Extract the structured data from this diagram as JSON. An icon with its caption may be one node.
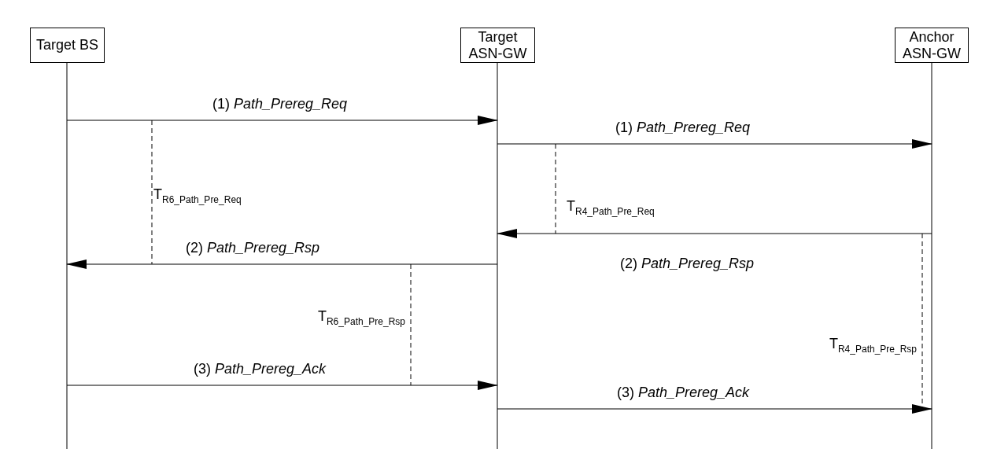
{
  "diagram": {
    "nodes": [
      {
        "text": [
          "Target BS"
        ]
      },
      {
        "text": [
          "Target ASN-GW"
        ]
      },
      {
        "text": [
          "Anchor ASN-GW"
        ]
      }
    ],
    "edges": [
      {
        "from": 0,
        "to": 1,
        "arrow": "to",
        "label": "(1) *Path_Prereg_Req*"
      },
      {
        "from": 1,
        "to": 2,
        "arrow": "to",
        "label": "(1) *Path_Prereg_Req*"
      },
      {
        "from": 2,
        "to": 1,
        "arrow": "to",
        "label": "(2) *Path_Prereg_Rsp*"
      },
      {
        "from": 1,
        "to": 0,
        "arrow": "to",
        "label": "(2) *Path_Prereg_Rsp*"
      },
      {
        "from": 0,
        "to": 1,
        "arrow": "to",
        "label": "(3) *Path_Prereg_Ack*"
      },
      {
        "from": 1,
        "to": 2,
        "arrow": "to",
        "label": "(3) *Path_Prereg_Ack*"
      }
    ],
    "labels": [
      "T$_{R6_Path_Pre_Req}$",
      "T$_{R4_Path_Pre_Req}$",
      "T$_{R6_Path_Pre_Rsp}$",
      "T$_{R4_Path_Pre_Rsp}$"
    ]
  }
}
